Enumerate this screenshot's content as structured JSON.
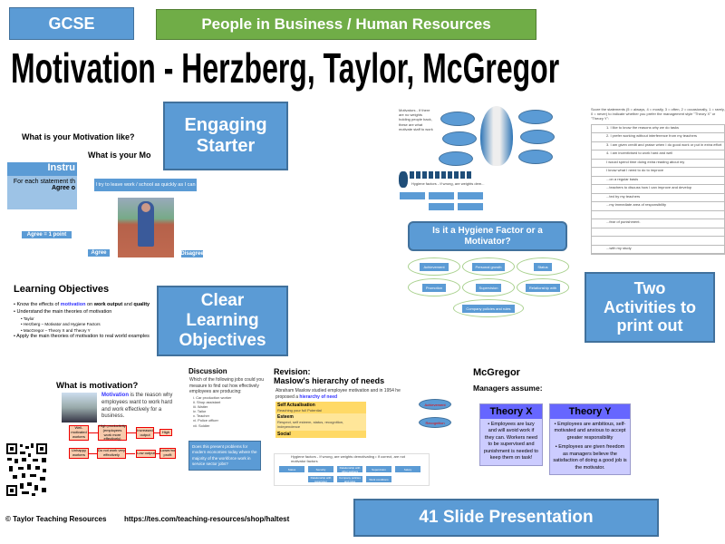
{
  "header": {
    "level": "GCSE",
    "topic": "People in Business / Human Resources",
    "title": "Motivation - Herzberg, Taylor, McGregor"
  },
  "callouts": {
    "starter": [
      "Engaging",
      "Starter"
    ],
    "activities": [
      "Two",
      "Activities to",
      "print out"
    ],
    "objectives": [
      "Clear",
      "Learning",
      "Objectives"
    ],
    "slides": "41  Slide Presentation",
    "hygiene": "Is it a Hygiene Factor or a Motivator?"
  },
  "starter_slide": {
    "title": "What is your Motivation like?",
    "title2": "What is your Mo",
    "instructions": "Instru",
    "instr_text": "For each statement th",
    "instr_text2": "Agree o",
    "points": "Agree = 1 point",
    "statement": "I try to leave work / school as quickly as I can",
    "agree": "Agree",
    "disagree": "Disagree"
  },
  "hygiene_slide": {
    "motivators": "Motivators - If there are no weights holding people back, these are what motivate staff to work",
    "hygiene": "Hygiene factors - If wrong, are weights dem..."
  },
  "score_slide": {
    "intro": "Score the statements (5 = always, 4 = mostly, 3 = often, 2 = occasionally, 1 = rarely, 0 = never) to indicate whether you prefer the management style \"Theory X\" or \"Theory Y\":",
    "rows": [
      "1.   I like to know the reasons why we do tasks",
      "2.   I prefer working without interference from my teachers",
      "3.   I am given credit and praise when I do good work or put in extra effort",
      "4.   I am incentivised to work hard and well",
      "I would spend time doing extra reading about my",
      "I know what I need to do to improve",
      "...on a regular basis",
      "...teachers to discuss how I can improve and develop",
      "...ted by my teachers",
      "...my immediate area of responsibility",
      "",
      "...fear of punishment.",
      "",
      "",
      "...with my study"
    ]
  },
  "mindmap": [
    "Achievement",
    "Personal growth",
    "Status",
    "Promotion",
    "Supervision",
    "Relationship with",
    "Company policies and rules"
  ],
  "objectives_slide": {
    "title": "Learning Objectives",
    "b1_pre": "Know the effects of ",
    "b1_kw": "motivation",
    "b1_mid": " on ",
    "b1_b1": "work output",
    "b1_and": " and ",
    "b1_b2": "quality",
    "b2": "Understand the main theories of motivation",
    "subs": [
      "Taylor",
      "Herzberg – Motivator and Hygiene Factors",
      "MacGregor – Theory X and Theory Y"
    ],
    "b3": "Apply the main theories of motivation to real world examples"
  },
  "what_slide": {
    "title": "What is motivation?",
    "kw": "Motivation",
    "text": " is the reason why employees want to work hard and work effectively for a business.",
    "flow1": [
      "Well-motivated workers",
      "High productivity (employees work more effectively)",
      "Increased output",
      "High"
    ],
    "flow2": [
      "Unhappy workers",
      "Do not work very effectively",
      "Low output",
      "Lower/no profit"
    ]
  },
  "discussion_slide": {
    "title": "Discussion",
    "q": "Which of the following jobs could you measure to find out how effectively employees are producing:",
    "items": [
      "i.  Car production worker",
      "ii.  Shop assistant",
      "iii.  Waiter",
      "iv.  Tailor",
      "v.  Teacher",
      "vi.  Police officer",
      "vii.  Soldier"
    ],
    "popup": "Does this present problems for modern economies today where the majority of the workforce work in service sector jobs?"
  },
  "revision_slide": {
    "title1": "Revision:",
    "title2": "Maslow's hierarchy of needs",
    "text": "Abraham Maslow studied employee motivation and in 1954 he proposed a ",
    "link": "hierarchy of need",
    "levels": [
      "Self Actualisation",
      "Esteem",
      "Social"
    ],
    "sub": [
      "Reaching your full Potential",
      "Respect, self esteem, status, recognition, independence"
    ],
    "clouds": [
      "Achievement",
      "Recognition"
    ],
    "hyg": "Hygiene factors - If wrong, are weights demotivating • If correct, are not motivator factors",
    "hyg_boxes": [
      "Status",
      "Security",
      "Relationship with other workers",
      "Supervision",
      "Salary",
      "Relationship with supervisor",
      "Company policies and rules",
      "Work conditions"
    ]
  },
  "mcgregor": {
    "title": "McGregor",
    "sub": "Managers assume:",
    "x_title": "Theory X",
    "x_text": "• Employees are lazy and will avoid work if they can. Workers need to be supervised and punishment is needed to keep them on task!",
    "y_title": "Theory Y",
    "y_text1": "• Employees are ambitious, self-motivated and anxious to accept greater responsibility",
    "y_text2": "• Employees are given freedom as managers believe the satisfaction of doing a good job is the motivator."
  },
  "footer": {
    "copyright": "© Taylor Teaching Resources",
    "url": "https://tes.com/teaching-resources/shop/haltest"
  },
  "colors": {
    "blue": "#5b9bd5",
    "green": "#70ad47",
    "theory_header": "#6666ff",
    "theory_body": "#ccccff"
  }
}
